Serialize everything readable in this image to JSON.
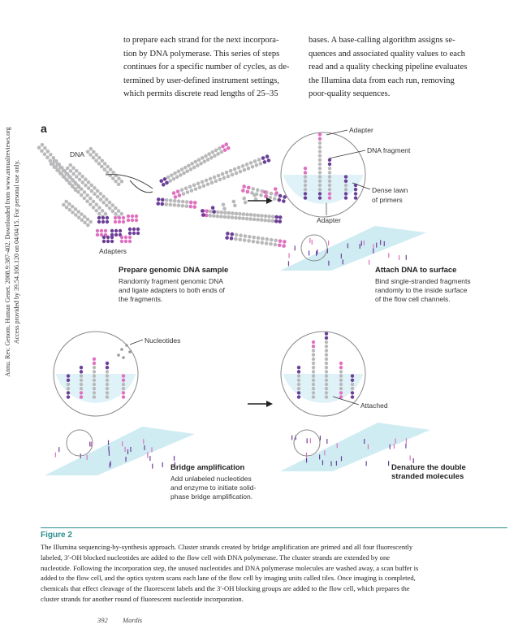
{
  "side_note": {
    "line1": "Annu. Rev. Genom. Human Genet. 2008.9:387-402. Downloaded from www.annualreviews.org",
    "line2": "Access provided by 39.54.106.120 on 04/04/15. For personal use only."
  },
  "body_text": {
    "left_column": [
      "to prepare each strand for the next incorpora-",
      "tion by DNA polymerase. This series of steps",
      "continues for a specific number of cycles, as de-",
      "termined by user-defined instrument settings,",
      "which permits discrete read lengths of 25–35"
    ],
    "right_column": [
      "bases. A base-calling algorithm assigns se-",
      "quences and associated quality values to each",
      "read and a quality checking pipeline evaluates",
      "the Illumina data from each run, removing",
      "poor-quality sequences."
    ]
  },
  "figure": {
    "panel_letter": "a",
    "labels": {
      "dna": "DNA",
      "adapters": "Adapters",
      "adapter_top": "Adapter",
      "dna_fragment": "DNA fragment",
      "dense_lawn_1": "Dense lawn",
      "dense_lawn_2": "of primers",
      "adapter_bottom": "Adapter",
      "nucleotides": "Nucleotides",
      "attached": "Attached"
    },
    "panels": [
      {
        "title": "Prepare genomic DNA sample",
        "desc": [
          "Randomly fragment genomic DNA",
          "and ligate adapters to both ends of",
          "the fragments."
        ]
      },
      {
        "title": "Attach DNA to surface",
        "desc": [
          "Bind single-stranded fragments",
          "randomly to the inside surface",
          "of the flow cell channels."
        ]
      },
      {
        "title": "Bridge amplification",
        "desc": [
          "Add unlabeled nucleotides",
          "and enzyme to initiate solid-",
          "phase bridge amplification."
        ]
      },
      {
        "title": "Denature the double",
        "title2": "stranded molecules",
        "desc": []
      }
    ],
    "colors": {
      "gray": "#b9b9bb",
      "purple": "#6b3f98",
      "pink": "#e070c0",
      "flowcell": "#bfe6ef",
      "teal": "#2a8d8d"
    }
  },
  "caption": {
    "label": "Figure 2",
    "lines": [
      "The Illumina sequencing-by-synthesis approach. Cluster strands created by bridge amplification are primed and all four fluorescently",
      "labeled, 3′-OH blocked nucleotides are added to the flow cell with DNA polymerase. The cluster strands are extended by one",
      "nucleotide. Following the incorporation step, the unused nucleotides and DNA polymerase molecules are washed away, a scan buffer is",
      "added to the flow cell, and the optics system scans each lane of the flow cell by imaging units called tiles. Once imaging is completed,",
      "chemicals that effect cleavage of the fluorescent labels and the 3′-OH blocking groups are added to the flow cell, which prepares the",
      "cluster strands for another round of fluorescent nucleotide incorporation."
    ]
  },
  "footer": {
    "page": "392",
    "author": "Mardis"
  }
}
